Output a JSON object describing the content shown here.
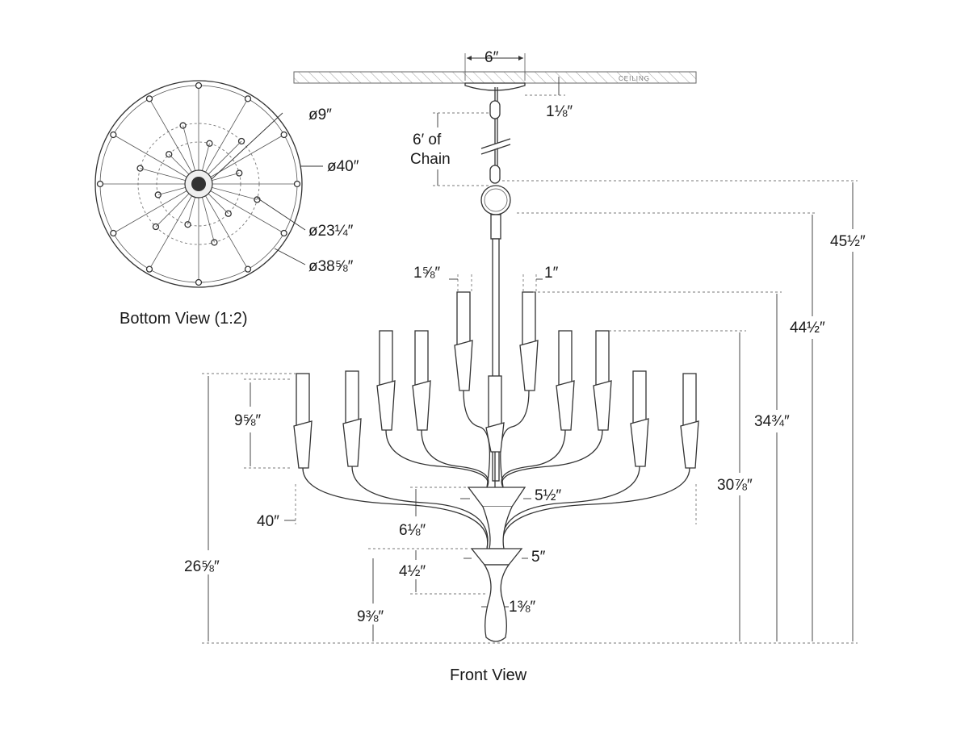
{
  "ceiling_label": "CEILING",
  "views": {
    "bottom_caption": "Bottom View (1:2)",
    "front_caption": "Front View"
  },
  "bottom_view": {
    "dia_canopy": "ø9″",
    "dia_outer": "ø40″",
    "dia_inner_ring": "ø23¼″",
    "dia_arm_ring": "ø38⅝″"
  },
  "front_view": {
    "canopy_width": "6″",
    "canopy_height": "1⅛″",
    "chain_line1": "6′ of",
    "chain_line2": "Chain",
    "candle_width": "1⅝″",
    "candle_gap": "1″",
    "candle_height": "9⅝″",
    "total_width": "40″",
    "upper_cup_width": "5½″",
    "upper_cup_height": "6⅛″",
    "lower_cup_width": "5″",
    "lower_cup_height": "4½″",
    "finial_width": "1⅜″",
    "finial_height": "9⅜″",
    "outer_arm_height": "26⅝″",
    "mid_arm_height": "30⅞″",
    "top_height": "34¾″",
    "fixture_height": "44½″",
    "overall_height": "45½″"
  }
}
